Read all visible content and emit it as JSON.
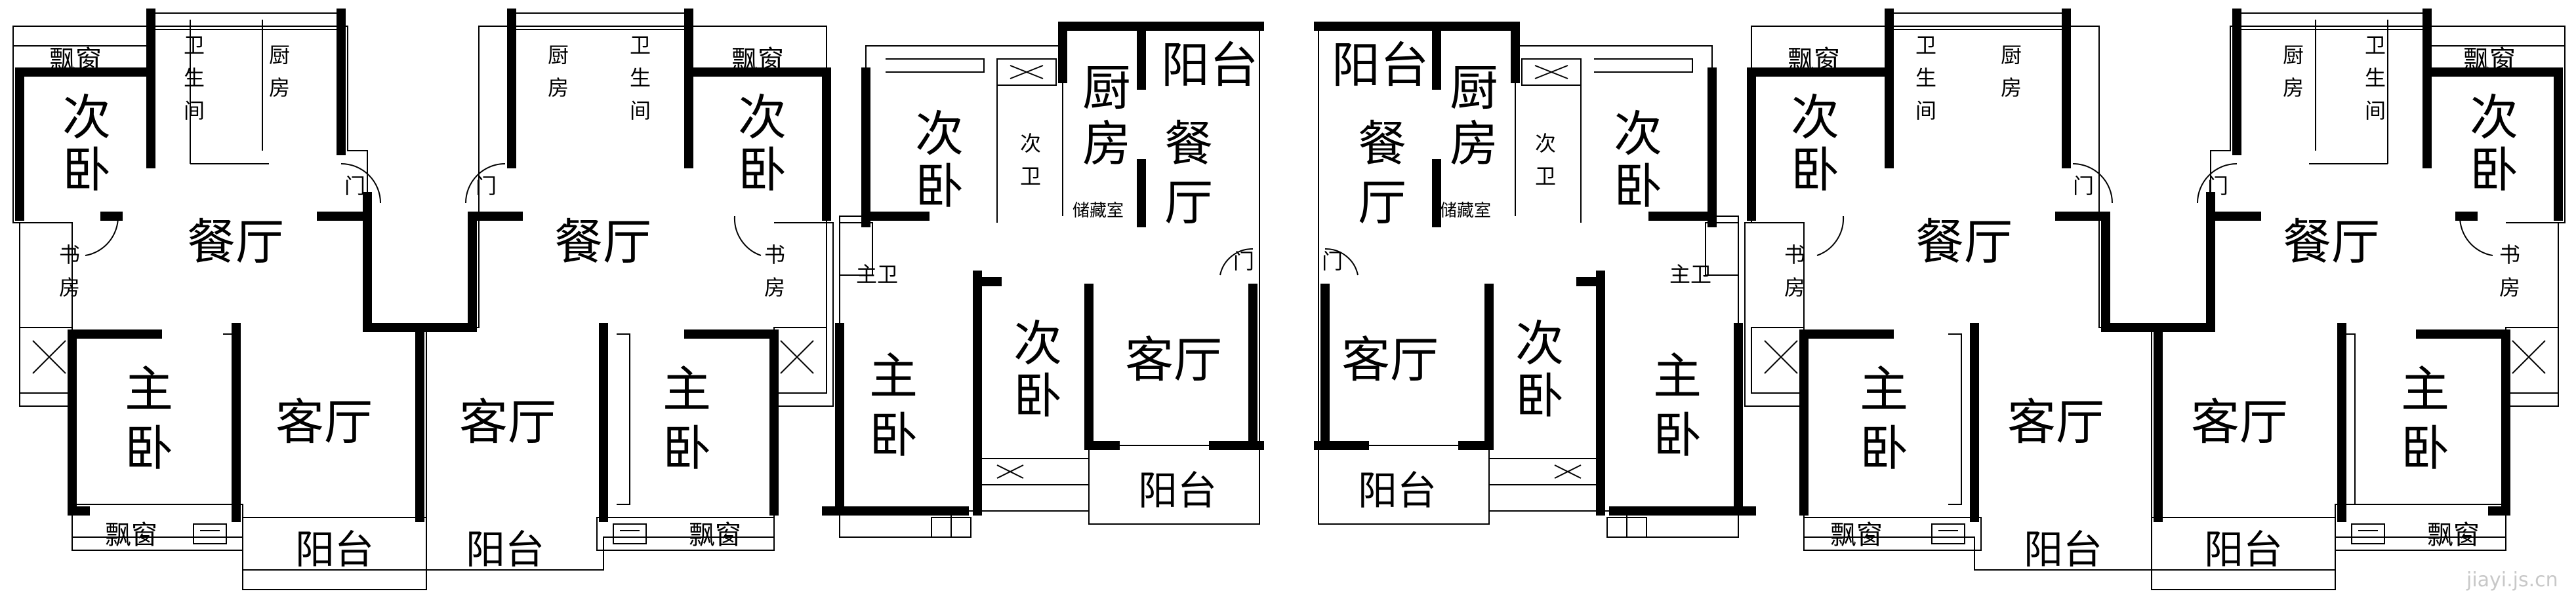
{
  "labels": {
    "bay_window": "飘窗",
    "second_bedroom": "次卧",
    "bathroom": "卫生间",
    "kitchen": "厨房",
    "door": "门",
    "dining_room": "餐厅",
    "study": "书房",
    "master_bedroom": "主卧",
    "living_room": "客厅",
    "balcony": "阳台",
    "master_bath": "主卫",
    "second_bath": "次卫",
    "storage": "储藏室"
  },
  "watermark": "jiayi.js.cn"
}
